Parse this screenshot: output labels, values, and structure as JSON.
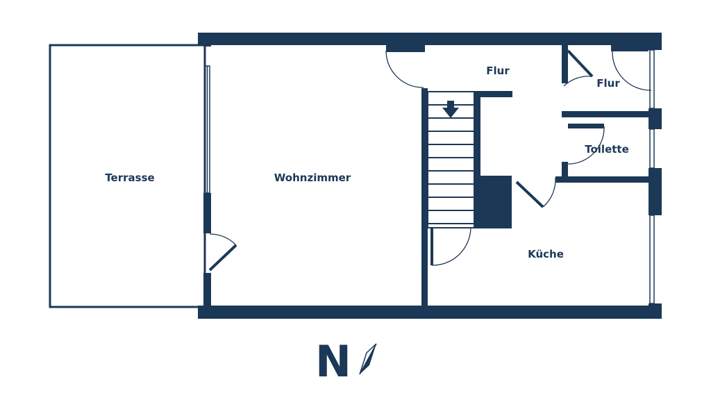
{
  "colors": {
    "wall": "#1c3857",
    "background": "#ffffff",
    "door_swing": "#1c3857"
  },
  "rooms": {
    "terrasse": "Terrasse",
    "wohnzimmer": "Wohnzimmer",
    "flur_main": "Flur",
    "flur_entry": "Flur",
    "toilette": "Toilette",
    "kueche": "Küche"
  },
  "compass": {
    "letter": "N",
    "icon": "compass-needle-icon"
  }
}
